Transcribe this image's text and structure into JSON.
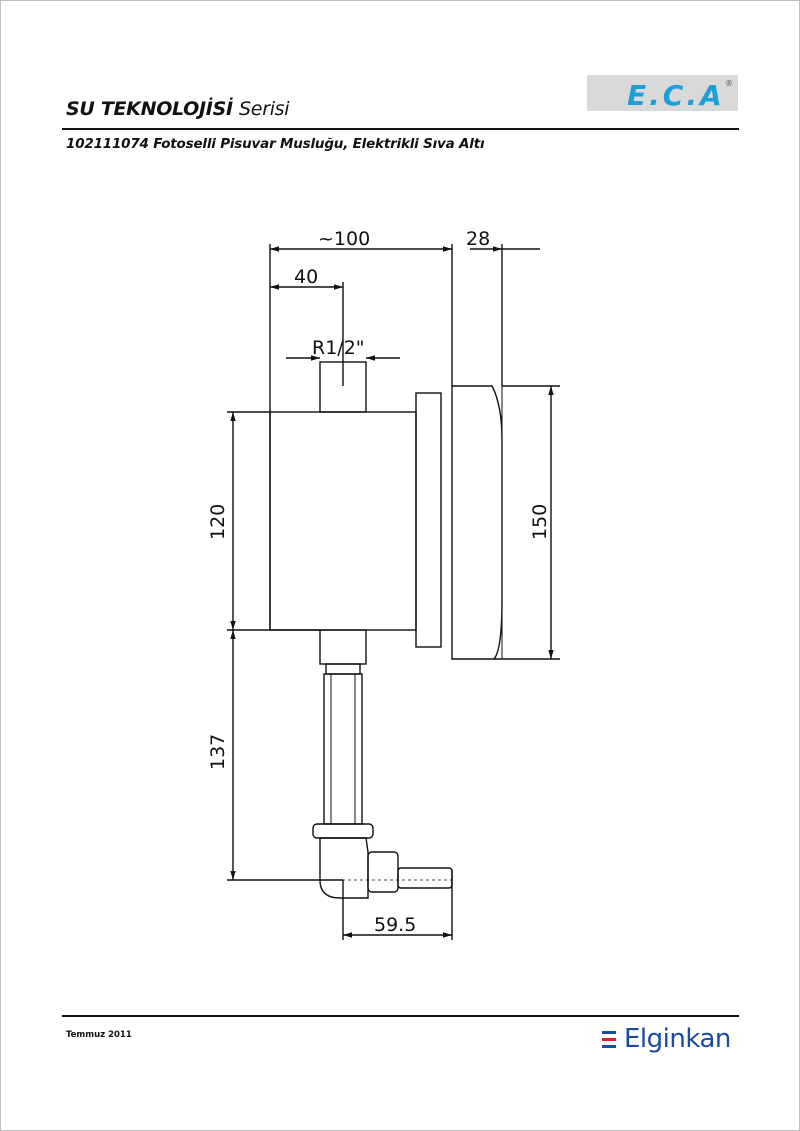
{
  "header": {
    "series_title_main": "SU TEKNOLOJİSİ",
    "series_title_suffix": "Serisi",
    "product_title": "102111074 Fotoselli Pisuvar Musluğu, Elektrikli Sıva Altı"
  },
  "brand": {
    "logo_text": "E.C.A",
    "registered_mark": "®",
    "logo_color": "#1f9fd8"
  },
  "drawing": {
    "dimensions": {
      "overall_depth": "~100",
      "cover_depth": "28",
      "inlet_offset": "40",
      "inlet_thread": "R1/2\"",
      "body_height": "120",
      "cover_height": "150",
      "outlet_length": "137",
      "outlet_offset": "59.5"
    }
  },
  "footer": {
    "date": "Temmuz 2011",
    "distributor_name": "Elginkan",
    "distributor_color": "#1a4ba0",
    "mark_colors": [
      "#1a4ba0",
      "#d9232e",
      "#1a4ba0"
    ]
  }
}
